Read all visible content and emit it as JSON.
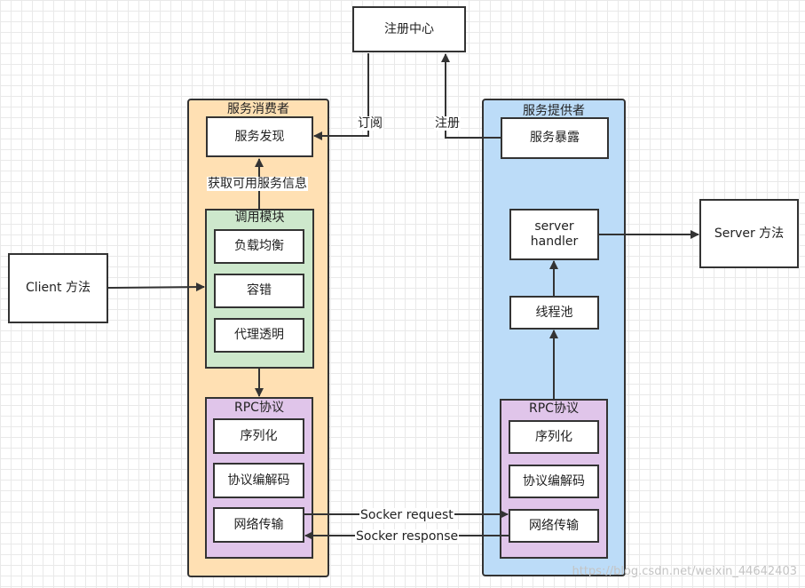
{
  "registry": "注册中心",
  "consumer": {
    "title": "服务消费者",
    "discovery": "服务发现",
    "invoke_module": {
      "title": "调用模块",
      "items": [
        "负载均衡",
        "容错",
        "代理透明"
      ]
    },
    "rpc": {
      "title": "RPC协议",
      "items": [
        "序列化",
        "协议编解码",
        "网络传输"
      ]
    }
  },
  "provider": {
    "title": "服务提供者",
    "exposure": "服务暴露",
    "handler": "server\nhandler",
    "thread_pool": "线程池",
    "rpc": {
      "title": "RPC协议",
      "items": [
        "序列化",
        "协议编解码",
        "网络传输"
      ]
    }
  },
  "client": "Client 方法",
  "server": "Server 方法",
  "labels": {
    "subscribe": "订阅",
    "register": "注册",
    "get_info": "获取可用服务信息",
    "request": "Socker request",
    "response": "Socker response"
  },
  "watermark": "https://blog.csdn.net/weixin_44642403",
  "colors": {
    "consumer_bg": "#ffe0b3",
    "provider_bg": "#bcdcf8",
    "invoke_bg": "#cde8cc",
    "rpc_bg": "#e0c5ea"
  }
}
